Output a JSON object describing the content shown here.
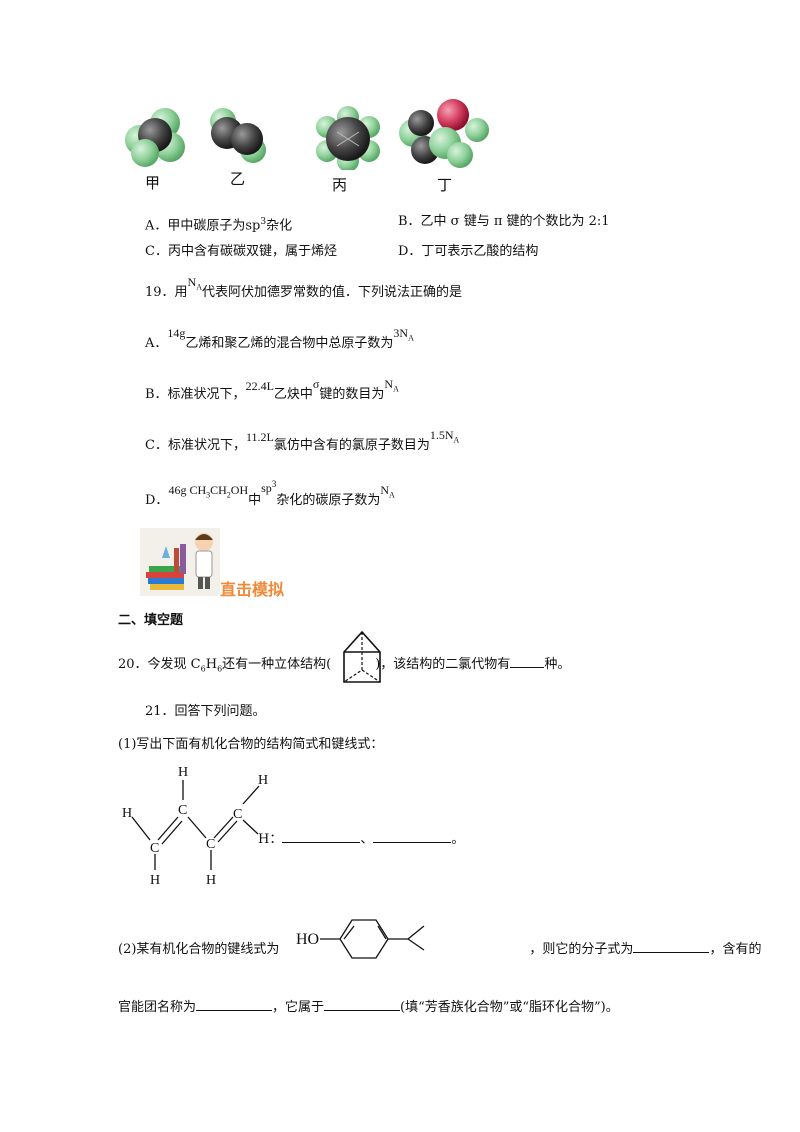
{
  "molecules": [
    {
      "label": "甲"
    },
    {
      "label": "乙"
    },
    {
      "label": "丙"
    },
    {
      "label": "丁"
    }
  ],
  "q18": {
    "optA_pre": "A．甲中碳原子为",
    "optA_sp": "sp",
    "optA_sup": "3",
    "optA_post": "杂化",
    "optB": "B．乙中 σ 键与 π 键的个数比为 2:1",
    "optC": "C．丙中含有碳碳双键，属于烯烃",
    "optD": "D．丁可表示乙酸的结构"
  },
  "q19": {
    "stem_pre": "19．用",
    "na_symbol": "N",
    "na_sub": "A",
    "stem_post": "代表阿伏加德罗常数的值．下列说法正确的是",
    "optA_label": "A．",
    "optA_mass": "14g",
    "optA_text": "乙烯和聚乙烯的混合物中总原子数为",
    "optA_val": "3N",
    "optB_label": "B．标准状况下，",
    "optB_vol": "22.4L",
    "optB_text1": "乙炔中",
    "optB_sigma": "σ",
    "optB_text2": "键的数目为",
    "optB_val": "N",
    "optC_label": "C．标准状况下，",
    "optC_vol": "11.2L",
    "optC_text": "氯仿中含有的氯原子数目为",
    "optC_val": "1.5N",
    "optD_label": "D．",
    "optD_mass": "46g CH",
    "optD_formula_mid": "CH",
    "optD_formula_end": "OH",
    "optD_zhong": "中",
    "optD_sp": "sp",
    "optD_sp_sup": "3",
    "optD_text": "杂化的碳原子数为",
    "optD_val": "N"
  },
  "banner": {
    "text": "直击模拟"
  },
  "section2": {
    "title": "二、填空题"
  },
  "q20": {
    "pre": "20．今发现 C",
    "c_sub": "6",
    "h": "H",
    "h_sub": "6",
    "mid": "还有一种立体结构(",
    "post": ")，该结构的二氯代物有",
    "end": "种。"
  },
  "q21": {
    "stem": "21．回答下列问题。",
    "p1": "(1)写出下面有机化合物的结构简式和键线式：",
    "struct_atoms": {
      "H": "H",
      "C": "C"
    },
    "p1_colon": "：",
    "p1_sep": "、",
    "p1_end": "。",
    "p2_pre": "(2)某有机化合物的键线式为",
    "p2_ho": "HO",
    "p2_mid": "，则它的分子式为",
    "p2_end": "，含有的",
    "p3_pre": "官能团名称为",
    "p3_mid": "，它属于",
    "p3_end": "(填“芳香族化合物”或“脂环化合物”)。"
  }
}
